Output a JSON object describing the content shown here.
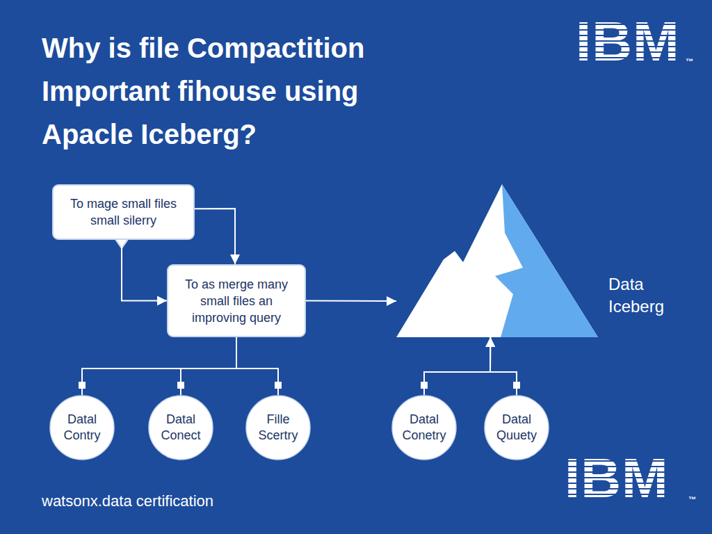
{
  "diagram": {
    "title": "Why is file Compactition Important fihouse using Apacle Iceberg?",
    "caption": "watsonx.data certification",
    "nodes": [
      {
        "text": [
          "To mage small files small silerry"
        ]
      },
      {
        "text": [
          "To as merge many small files an improving query"
        ]
      },
      {
        "text": [
          "Data Iceberg"
        ]
      },
      {
        "text": [
          "Datal Contry"
        ]
      },
      {
        "text": [
          "Datal Conect"
        ]
      },
      {
        "text": [
          "Fille Scertry"
        ]
      },
      {
        "text": [
          "Datal Conetry"
        ]
      },
      {
        "text": [
          "Datal Quuety"
        ]
      }
    ],
    "edges": [
      {
        "from": 0,
        "to": 1,
        "arrow": "to"
      },
      {
        "from": 0,
        "to": 1,
        "arrow": "to"
      },
      {
        "from": 1,
        "to": 2,
        "arrow": "to"
      },
      {
        "from": 1,
        "to": 3,
        "arrow": "none"
      },
      {
        "from": 1,
        "to": 4,
        "arrow": "none"
      },
      {
        "from": 1,
        "to": 5,
        "arrow": "none"
      },
      {
        "from": 6,
        "to": 2,
        "arrow": "to"
      },
      {
        "from": 7,
        "to": 2,
        "arrow": "to"
      }
    ],
    "labels": [
      "IBM",
      "™",
      "IBM",
      "™"
    ]
  }
}
